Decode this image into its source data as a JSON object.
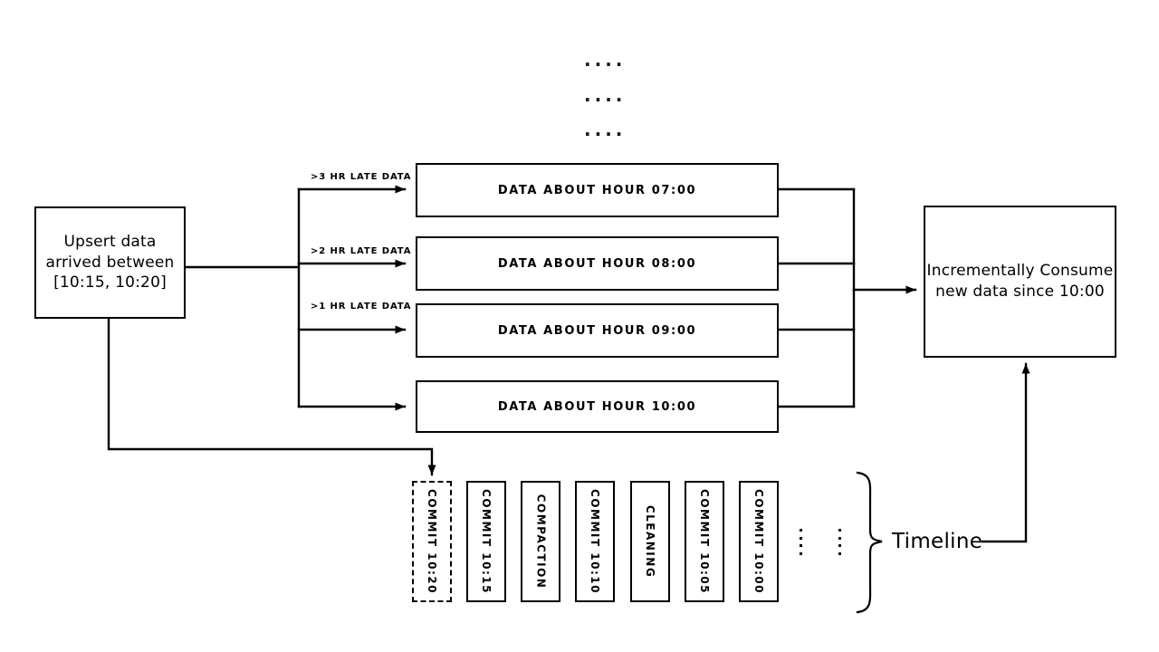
{
  "diagram": {
    "title": "Hudi incremental upsert and timeline diagram",
    "stroke_color": "#000000",
    "background_color": "#ffffff"
  },
  "source": {
    "name": "upsert-source-box",
    "line1": "Upsert data",
    "line2": "arrived between",
    "line3": "[10:15, 10:20]"
  },
  "ellipsis": {
    "top_rows": [
      "....",
      "....",
      "...."
    ],
    "timeline_dots_columns": 2,
    "timeline_dots_per_column": 4
  },
  "edge_labels": [
    {
      "name": "late-3hr",
      "text": ">3 HR LATE DATA"
    },
    {
      "name": "late-2hr",
      "text": ">2 HR LATE DATA"
    },
    {
      "name": "late-1hr",
      "text": ">1 HR LATE DATA"
    }
  ],
  "hour_partitions": [
    {
      "name": "hour-07",
      "label": "DATA ABOUT HOUR 07:00"
    },
    {
      "name": "hour-08",
      "label": "DATA ABOUT HOUR 08:00"
    },
    {
      "name": "hour-09",
      "label": "DATA ABOUT HOUR 09:00"
    },
    {
      "name": "hour-10",
      "label": "DATA ABOUT HOUR 10:00"
    }
  ],
  "consumer": {
    "name": "incremental-consume-box",
    "line1": "Incrementally Consume",
    "line2": "new data since 10:00"
  },
  "timeline": {
    "bracket_label": "Timeline",
    "commits": [
      {
        "name": "commit-1020",
        "label": "COMMIT 10:20",
        "style": "dashed"
      },
      {
        "name": "commit-1015",
        "label": "COMMIT 10:15",
        "style": "solid"
      },
      {
        "name": "compaction",
        "label": "COMPACTION",
        "style": "solid"
      },
      {
        "name": "commit-1010",
        "label": "COMMIT 10:10",
        "style": "solid"
      },
      {
        "name": "cleaning",
        "label": "CLEANING",
        "style": "solid"
      },
      {
        "name": "commit-1005",
        "label": "COMMIT 10:05",
        "style": "solid"
      },
      {
        "name": "commit-1000",
        "label": "COMMIT 10:00",
        "style": "solid"
      }
    ]
  }
}
